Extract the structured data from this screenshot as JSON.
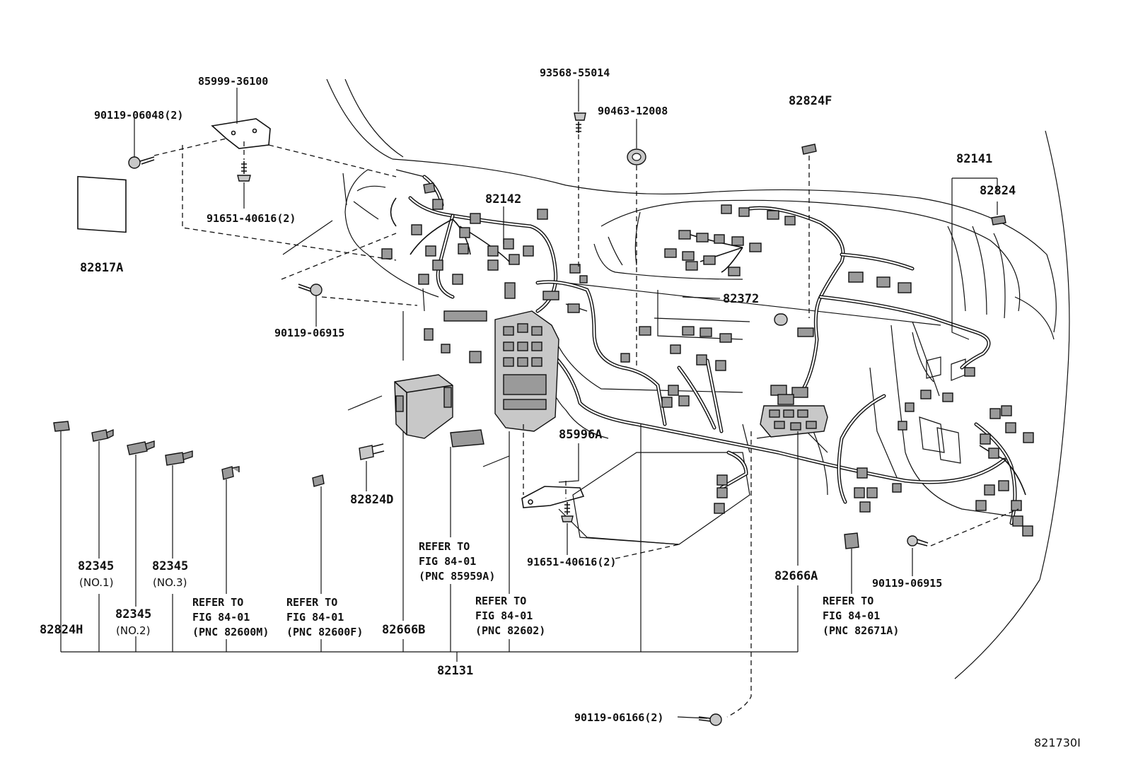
{
  "diagram_id": "821730I",
  "labels": {
    "l_85999_36100": "85999-36100",
    "l_90119_06048": "90119-06048(2)",
    "l_91651_40616_top": "91651-40616(2)",
    "l_82817A": "82817A",
    "l_90119_06915_left": "90119-06915",
    "l_93568_55014": "93568-55014",
    "l_90463_12008": "90463-12008",
    "l_82824F": "82824F",
    "l_82141": "82141",
    "l_82824": "82824",
    "l_82142": "82142",
    "l_82372": "82372",
    "l_85996A": "85996A",
    "l_82824D": "82824D",
    "l_91651_40616_bot": "91651-40616(2)",
    "l_82666A": "82666A",
    "l_90119_06915_right": "90119-06915",
    "l_82345_1": "82345",
    "l_82345_1_sub": "(NO.1)",
    "l_82345_3": "82345",
    "l_82345_3_sub": "(NO.3)",
    "l_82345_2": "82345",
    "l_82345_2_sub": "(NO.2)",
    "l_82824H": "82824H",
    "l_82666B": "82666B",
    "l_82131": "82131",
    "l_90119_06166": "90119-06166(2)"
  },
  "refer_notes": {
    "r1": {
      "line1": "REFER TO",
      "line2": "FIG 84-01",
      "line3": "(PNC 82600M)"
    },
    "r2": {
      "line1": "REFER TO",
      "line2": "FIG 84-01",
      "line3": "(PNC 82600F)"
    },
    "r3": {
      "line1": "REFER TO",
      "line2": "FIG 84-01",
      "line3": "(PNC 85959A)"
    },
    "r4": {
      "line1": "REFER TO",
      "line2": "FIG 84-01",
      "line3": "(PNC 82602)"
    },
    "r5": {
      "line1": "REFER TO",
      "line2": "FIG 84-01",
      "line3": "(PNC 82671A)"
    }
  }
}
